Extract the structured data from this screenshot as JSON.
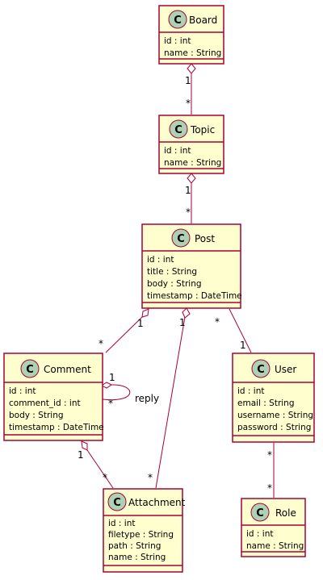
{
  "diagram": {
    "stereotype_letter": "C",
    "classes": [
      {
        "id": "board",
        "name": "Board",
        "attributes": [
          "id : int",
          "name : String"
        ]
      },
      {
        "id": "topic",
        "name": "Topic",
        "attributes": [
          "id : int",
          "name : String"
        ]
      },
      {
        "id": "post",
        "name": "Post",
        "attributes": [
          "id : int",
          "title : String",
          "body : String",
          "timestamp : DateTime"
        ]
      },
      {
        "id": "comment",
        "name": "Comment",
        "attributes": [
          "id : int",
          "comment_id : int",
          "body : String",
          "timestamp : DateTime"
        ]
      },
      {
        "id": "user",
        "name": "User",
        "attributes": [
          "id : int",
          "email : String",
          "username : String",
          "password : String"
        ]
      },
      {
        "id": "attachment",
        "name": "Attachment",
        "attributes": [
          "id : int",
          "filetype : String",
          "path : String",
          "name : String"
        ]
      },
      {
        "id": "role",
        "name": "Role",
        "attributes": [
          "id : int",
          "name : String"
        ]
      }
    ],
    "relations": [
      {
        "id": "board-topic",
        "from": "board",
        "to": "topic",
        "kind": "aggregation",
        "from_mult": "1",
        "to_mult": "*",
        "label": ""
      },
      {
        "id": "topic-post",
        "from": "topic",
        "to": "post",
        "kind": "aggregation",
        "from_mult": "1",
        "to_mult": "*",
        "label": ""
      },
      {
        "id": "post-comment",
        "from": "post",
        "to": "comment",
        "kind": "aggregation",
        "from_mult": "1",
        "to_mult": "*",
        "label": ""
      },
      {
        "id": "post-attachment",
        "from": "post",
        "to": "attachment",
        "kind": "aggregation",
        "from_mult": "1",
        "to_mult": "*",
        "label": ""
      },
      {
        "id": "post-user",
        "from": "post",
        "to": "user",
        "kind": "association",
        "from_mult": "*",
        "to_mult": "1",
        "label": ""
      },
      {
        "id": "comment-reply",
        "from": "comment",
        "to": "comment",
        "kind": "aggregation",
        "from_mult": "1",
        "to_mult": "*",
        "label": "reply"
      },
      {
        "id": "comment-attachment",
        "from": "comment",
        "to": "attachment",
        "kind": "aggregation",
        "from_mult": "1",
        "to_mult": "*",
        "label": ""
      },
      {
        "id": "user-role",
        "from": "user",
        "to": "role",
        "kind": "association",
        "from_mult": "*",
        "to_mult": "*",
        "label": ""
      }
    ]
  }
}
